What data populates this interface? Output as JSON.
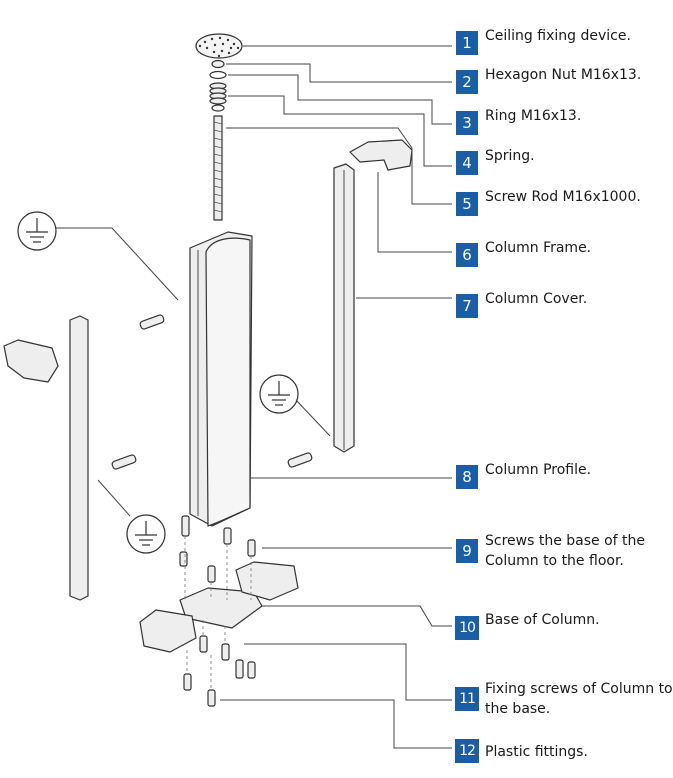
{
  "colors": {
    "badge": "#1a5ea8",
    "line": "#444444",
    "part_fill": "#eeeeee",
    "part_stroke": "#333333"
  },
  "icons": [
    "ground-symbol-icon",
    "ground-symbol-icon",
    "ground-symbol-icon"
  ],
  "legend": [
    {
      "number": "1",
      "label": "Ceiling fixing device."
    },
    {
      "number": "2",
      "label": "Hexagon Nut M16x13."
    },
    {
      "number": "3",
      "label": "Ring M16x13."
    },
    {
      "number": "4",
      "label": "Spring."
    },
    {
      "number": "5",
      "label": "Screw Rod M16x1000."
    },
    {
      "number": "6",
      "label": "Column Frame."
    },
    {
      "number": "7",
      "label": "Column Cover."
    },
    {
      "number": "8",
      "label": "Column Profile."
    },
    {
      "number": "9",
      "label_line1": "Screws the base of the",
      "label_line2": "Column to the floor."
    },
    {
      "number": "10",
      "label": "Base of Column."
    },
    {
      "number": "11",
      "label_line1": "Fixing screws of Column to",
      "label_line2": "the base."
    },
    {
      "number": "12",
      "label": "Plastic fittings."
    }
  ]
}
